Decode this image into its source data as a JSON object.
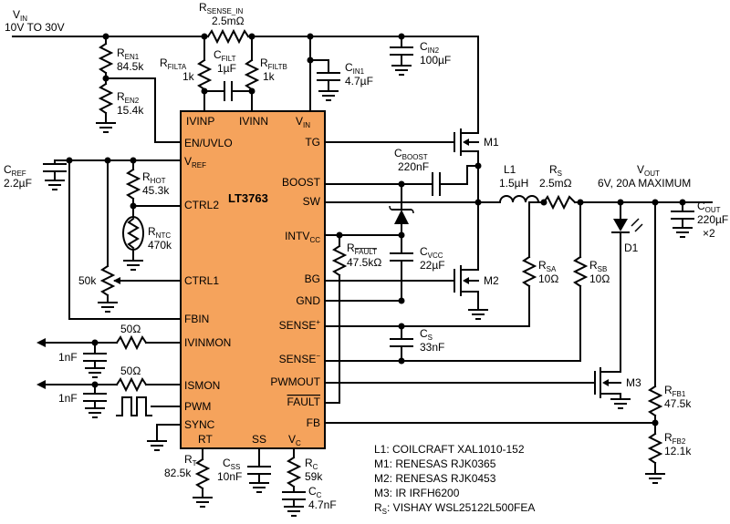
{
  "colors": {
    "ic_fill": "#f5a35c",
    "wire": "#000000",
    "background": "#ffffff"
  },
  "ic": {
    "name": "LT3763",
    "left_pins": [
      "EN/UVLO",
      "V",
      "CTRL2",
      "CTRL1",
      "FBIN",
      "IVINMON",
      "ISMON",
      "PWM",
      "SYNC"
    ],
    "vref_sub": "REF",
    "top_pins": [
      "IVINP",
      "IVINN",
      "V"
    ],
    "vin_sub": "IN",
    "right_pins": [
      "TG",
      "BOOST",
      "SW",
      "INTV",
      "BG",
      "GND",
      "SENSE",
      "SENSE",
      "PWMOUT",
      "FAULT",
      "FB"
    ],
    "intvcc_sub": "CC",
    "sense_plus_sup": "+",
    "sense_minus_sup": "−",
    "bottom_pins": [
      "RT",
      "SS",
      "V"
    ],
    "vc_sub": "C"
  },
  "labels": {
    "vin": "V",
    "vin_sub": "IN",
    "vin_range": "10V TO 30V",
    "rsense_in": "R",
    "rsense_in_sub": "SENSE_IN",
    "rsense_in_val": "2.5mΩ",
    "ren1": "R",
    "ren1_sub": "EN1",
    "ren1_val": "84.5k",
    "ren2": "R",
    "ren2_sub": "EN2",
    "ren2_val": "15.4k",
    "rfilta": "R",
    "rfilta_sub": "FILTA",
    "rfilta_val": "1k",
    "cfilt": "C",
    "cfilt_sub": "FILT",
    "cfilt_val": "1µF",
    "rfiltb": "R",
    "rfiltb_sub": "FILTB",
    "rfiltb_val": "1k",
    "cin1": "C",
    "cin1_sub": "IN1",
    "cin1_val": "4.7µF",
    "cin2": "C",
    "cin2_sub": "IN2",
    "cin2_val": "100µF",
    "cref": "C",
    "cref_sub": "REF",
    "cref_val": "2.2µF",
    "rhot": "R",
    "rhot_sub": "HOT",
    "rhot_val": "45.3k",
    "rntc": "R",
    "rntc_sub": "NTC",
    "rntc_val": "470k",
    "pot": "50k",
    "r50a": "50Ω",
    "c1na": "1nF",
    "r50b": "50Ω",
    "c1nb": "1nF",
    "m1": "M1",
    "m2": "M2",
    "m3": "M3",
    "d1": "D1",
    "cboost": "C",
    "cboost_sub": "BOOST",
    "cboost_val": "220nF",
    "l1": "L1",
    "l1_val": "1.5µH",
    "rs": "R",
    "rs_sub": "S",
    "rs_val": "2.5mΩ",
    "vout": "V",
    "vout_sub": "OUT",
    "vout_spec": "6V, 20A MAXIMUM",
    "cout": "C",
    "cout_sub": "OUT",
    "cout_val": "220µF",
    "cout_mult": "×2",
    "rfault": "R",
    "rfault_sub": "FAULT",
    "rfault_val": "47.5kΩ",
    "cvcc": "C",
    "cvcc_sub": "VCC",
    "cvcc_val": "22µF",
    "rsa": "R",
    "rsa_sub": "SA",
    "rsa_val": "10Ω",
    "rsb": "R",
    "rsb_sub": "SB",
    "rsb_val": "10Ω",
    "cs": "C",
    "cs_sub": "S",
    "cs_val": "33nF",
    "rfb1": "R",
    "rfb1_sub": "FB1",
    "rfb1_val": "47.5k",
    "rfb2": "R",
    "rfb2_sub": "FB2",
    "rfb2_val": "12.1k",
    "rt": "R",
    "rt_sub": "T",
    "rt_val": "82.5k",
    "css": "C",
    "css_sub": "SS",
    "css_val": "10nF",
    "rc": "R",
    "rc_sub": "C",
    "rc_val": "59k",
    "cc": "C",
    "cc_sub": "C",
    "cc_val": "4.7nF"
  },
  "bom": [
    "L1: COILCRAFT XAL1010-152",
    "M1: RENESAS RJK0365",
    "M2: RENESAS RJK0453",
    "M3: IR IRFH6200",
    "R: VISHAY WSL25122L500FEA"
  ],
  "bom_rs_sub": "S"
}
